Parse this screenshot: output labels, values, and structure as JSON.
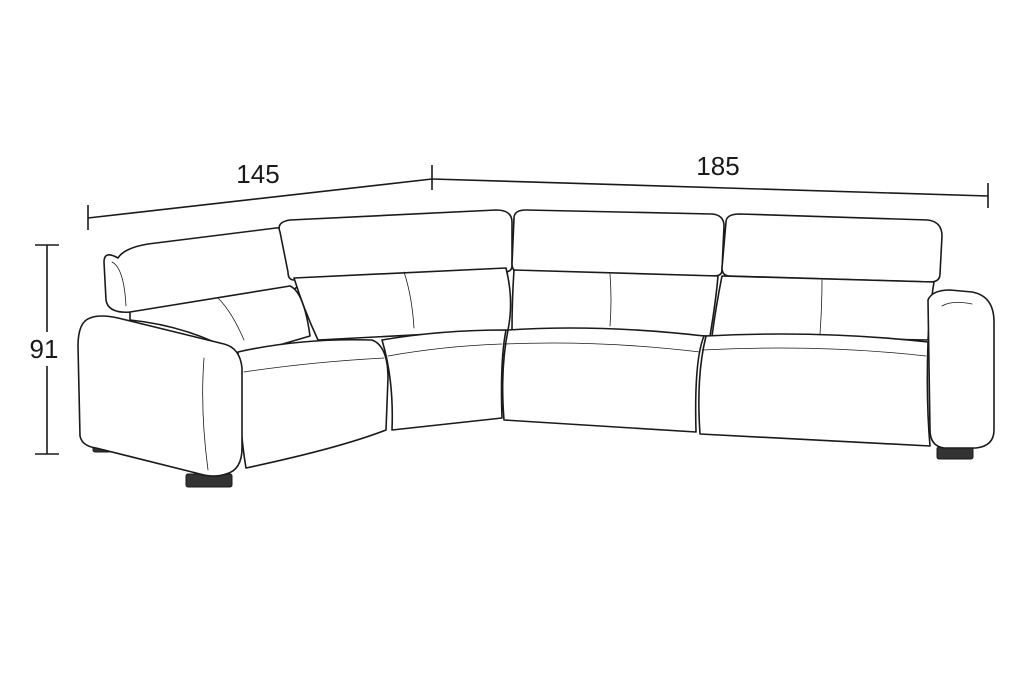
{
  "dimensions": {
    "left_width": "145",
    "right_width": "185",
    "height": "91"
  }
}
